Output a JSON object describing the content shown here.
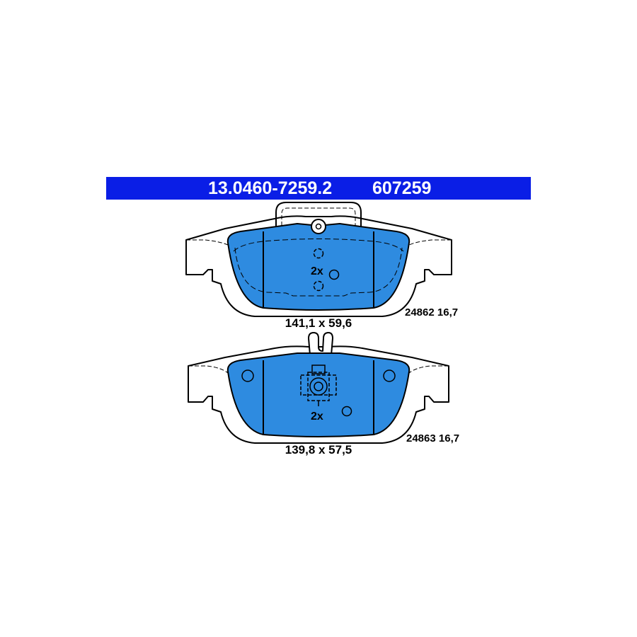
{
  "header": {
    "part_number": "13.0460-7259.2",
    "ref_number": "607259",
    "background": "#0a1ee6"
  },
  "pads": [
    {
      "id": "top",
      "quantity_label": "2x",
      "dimensions": "141,1 x 59,6",
      "code_spec": "24862 16,7",
      "fill": "#2e8be0"
    },
    {
      "id": "bottom",
      "quantity_label": "2x",
      "dimensions": "139,8 x 57,5",
      "code_spec": "24863 16,7",
      "fill": "#2e8be0"
    }
  ]
}
